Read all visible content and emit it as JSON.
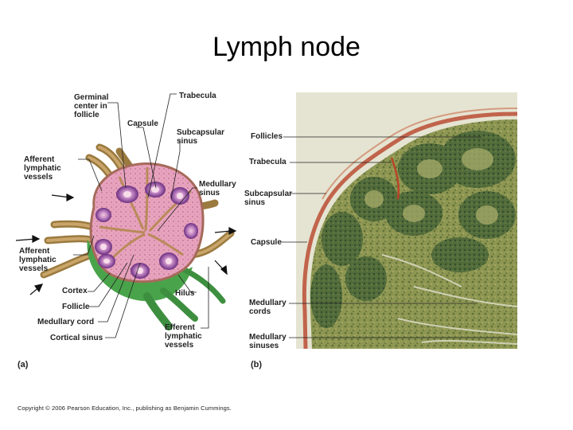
{
  "title": "Lymph node",
  "panel_a": {
    "part": "(a)",
    "labels": {
      "germinal_center": [
        "Germinal",
        "center in",
        "follicle"
      ],
      "capsule": [
        "Capsule"
      ],
      "trabecula": [
        "Trabecula"
      ],
      "subcapsular_sinus": [
        "Subcapsular",
        "sinus"
      ],
      "afferent_top": [
        "Afferent",
        "lymphatic",
        "vessels"
      ],
      "medullary_sinus": [
        "Medullary",
        "sinus"
      ],
      "afferent_bottom": [
        "Afferent",
        "lymphatic",
        "vessels"
      ],
      "cortex": [
        "Cortex"
      ],
      "hilus": [
        "Hilus"
      ],
      "follicle": [
        "Follicle"
      ],
      "medullary_cord": [
        "Medullary cord"
      ],
      "efferent": [
        "Efferent",
        "lymphatic",
        "vessels"
      ],
      "cortical_sinus": [
        "Cortical sinus"
      ]
    }
  },
  "panel_b": {
    "part": "(b)",
    "labels": {
      "follicles": [
        "Follicles"
      ],
      "trabecula": [
        "Trabecula"
      ],
      "subcapsular_sinus": [
        "Subcapsular",
        "sinus"
      ],
      "capsule": [
        "Capsule"
      ],
      "medullary_cords": [
        "Medullary",
        "cords"
      ],
      "medullary_sinuses": [
        "Medullary",
        "sinuses"
      ]
    }
  },
  "copyright": "Copyright © 2006 Pearson Education, Inc., publishing as Benjamin Cummings.",
  "colors": {
    "node_pink": "#e7a3bd",
    "follicle_purple": "#7a3f8c",
    "medulla_green": "#49a34a",
    "vessel_tan": "#b08a4c",
    "tissue_green": "#7d8a4a",
    "capsule_red": "#b8442a"
  }
}
